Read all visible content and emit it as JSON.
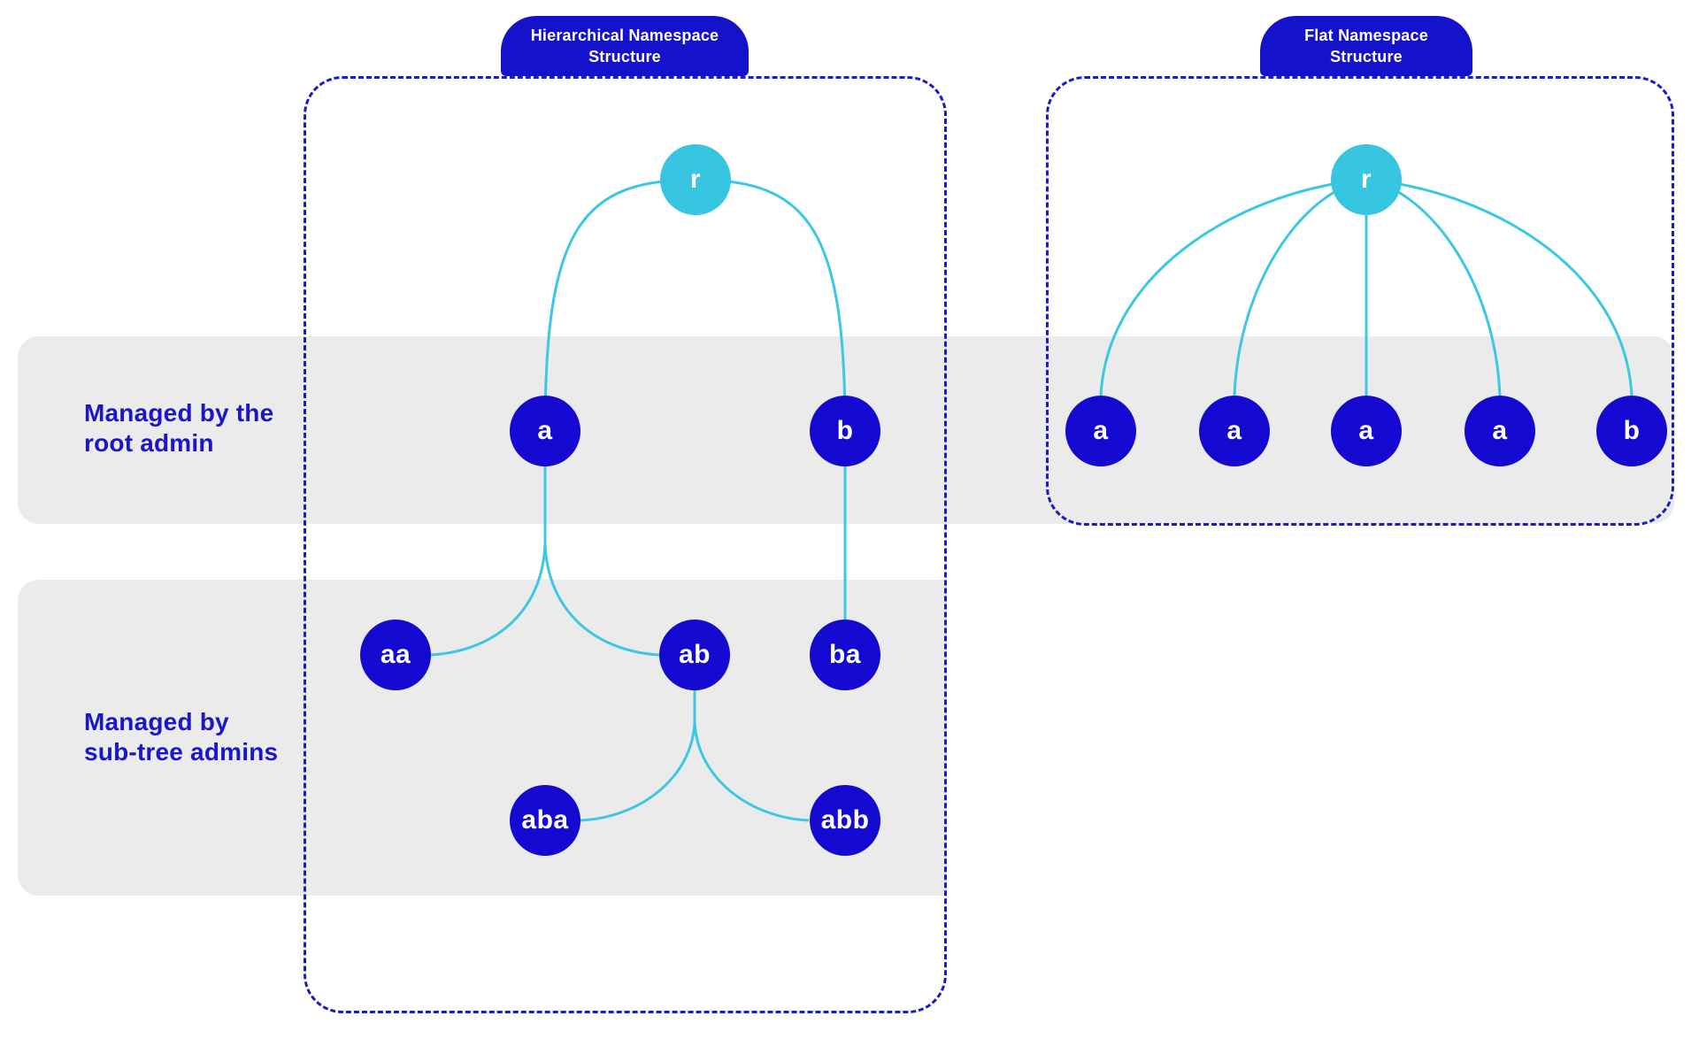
{
  "colors": {
    "primary_blue": "#1309D1",
    "tab_blue": "#1512CB",
    "cyan": "#38C5E2",
    "edge_cyan": "#3CC7E4",
    "band_gray": "#EBEBEB",
    "label_blue": "#1A16C9",
    "dashed_border_blue": "#1C1BCB",
    "node_text": "#FFFFFF"
  },
  "bands": [
    {
      "line1": "Managed by the",
      "line2": "root admin"
    },
    {
      "line1": "Managed by",
      "line2": "sub-tree admins"
    }
  ],
  "left_panel": {
    "tab": {
      "line1": "Hierarchical Namespace",
      "line2": "Structure"
    },
    "nodes": [
      {
        "id": "r",
        "label": "r"
      },
      {
        "id": "a",
        "label": "a"
      },
      {
        "id": "b",
        "label": "b"
      },
      {
        "id": "aa",
        "label": "aa"
      },
      {
        "id": "ab",
        "label": "ab"
      },
      {
        "id": "ba",
        "label": "ba"
      },
      {
        "id": "aba",
        "label": "aba"
      },
      {
        "id": "abb",
        "label": "abb"
      }
    ],
    "relationships": {
      "r": [
        "a",
        "b"
      ],
      "a": [
        "aa",
        "ab"
      ],
      "b": [
        "ba"
      ],
      "ab": [
        "aba",
        "abb"
      ]
    }
  },
  "right_panel": {
    "tab": {
      "line1": "Flat Namespace",
      "line2": "Structure"
    },
    "nodes": [
      {
        "id": "r",
        "label": "r"
      },
      {
        "id": "n1",
        "label": "a"
      },
      {
        "id": "n2",
        "label": "a"
      },
      {
        "id": "n3",
        "label": "a"
      },
      {
        "id": "n4",
        "label": "a"
      },
      {
        "id": "n5",
        "label": "b"
      }
    ],
    "relationships": {
      "r": [
        "a",
        "a",
        "a",
        "a",
        "b"
      ]
    }
  }
}
